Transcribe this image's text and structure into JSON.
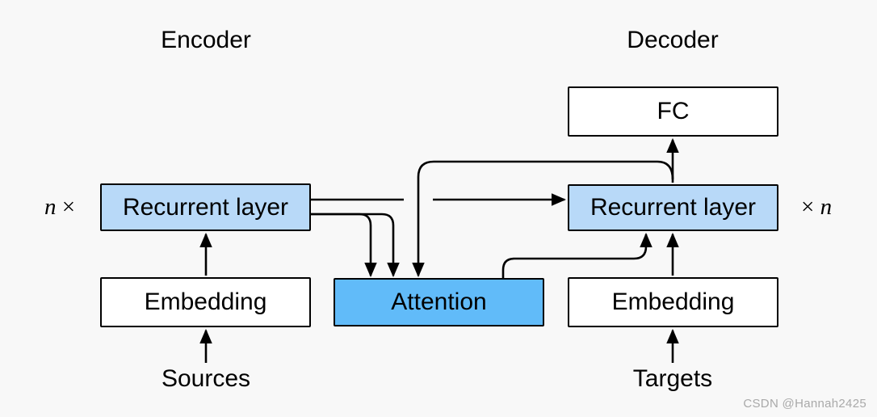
{
  "diagram": {
    "encoder": {
      "title": "Encoder",
      "recurrent_label": "Recurrent layer",
      "embedding_label": "Embedding",
      "input_label": "Sources",
      "multiplier": {
        "var": "n",
        "op": "×"
      }
    },
    "decoder": {
      "title": "Decoder",
      "fc_label": "FC",
      "recurrent_label": "Recurrent layer",
      "embedding_label": "Embedding",
      "input_label": "Targets",
      "multiplier": {
        "op": "×",
        "var": "n"
      }
    },
    "attention_label": "Attention"
  },
  "watermark": {
    "text": "CSDN @Hannah2425"
  },
  "colors": {
    "background": "#f8f8f8",
    "recurrent_fill": "#b8d9f8",
    "attention_fill": "#61bbf9",
    "box_fill": "#ffffff",
    "line": "#000000",
    "watermark": "#a9a9a9"
  }
}
